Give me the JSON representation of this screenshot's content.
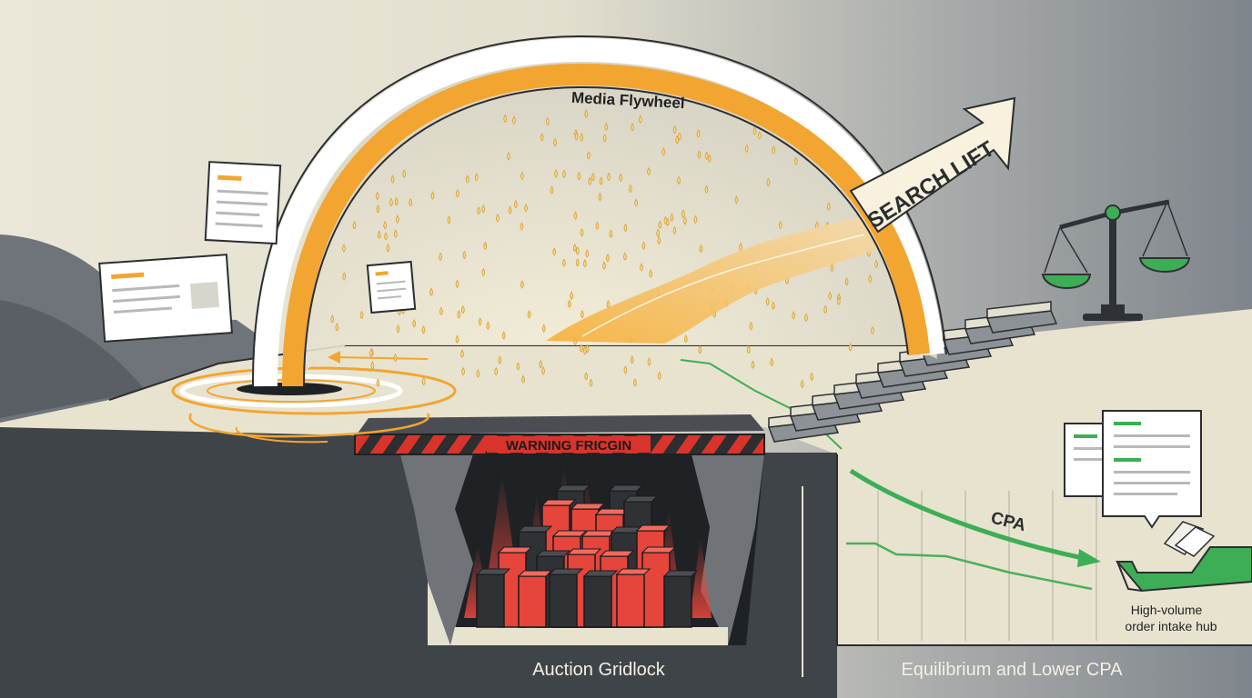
{
  "labels": {
    "flywheel": "Media Flywheel",
    "search_lift": "SEARCH LIFT",
    "warning": "WARNING FRICGIN",
    "cpa": "CPA",
    "hub_line1": "High-volume",
    "hub_line2": "order intake hub",
    "left_caption": "Auction Gridlock",
    "right_caption": "Equilibrium and Lower CPA"
  },
  "colors": {
    "sky_left": "#ebe7d8",
    "sky_right": "#7f858c",
    "ground_dark": "#3f4449",
    "orange": "#f2a531",
    "red": "#e5453b",
    "green": "#3dae55",
    "cream": "#e8e3cf"
  }
}
